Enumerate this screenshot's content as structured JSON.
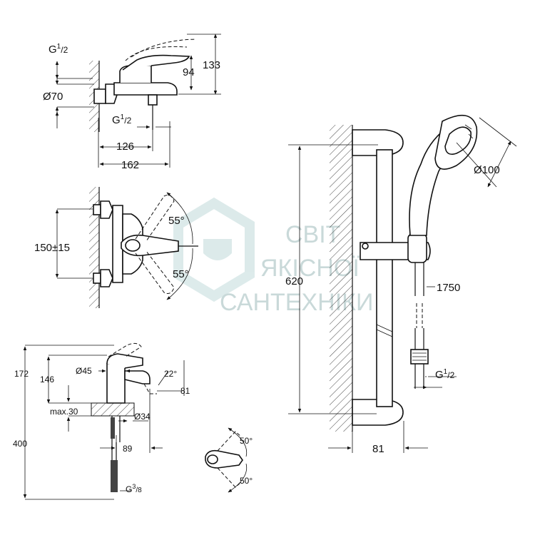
{
  "watermark": {
    "line1": "СВІТ",
    "line2": "ЯКІСНОЇ",
    "line3": "САНТЕХНІКИ"
  },
  "bath_mixer": {
    "connection_thread": "G",
    "connection_thread_sup": "1",
    "connection_thread_sub": "/2",
    "rosette_diameter": "Ø70",
    "spout_height": "94",
    "total_height": "133",
    "outlet_thread": "G",
    "outlet_thread_sup": "1",
    "outlet_thread_sub": "/2",
    "spout_depth": "126",
    "total_depth": "162"
  },
  "mixer_front": {
    "center_distance": "150±15",
    "angle_up": "55°",
    "angle_down": "55°"
  },
  "basin_mixer": {
    "total_height": "172",
    "body_height": "146",
    "base_diameter": "Ø45",
    "spout_angle": "22°",
    "spout_reach_side": "81",
    "counter_thickness": "max.30",
    "hole_diameter": "Ø34",
    "spout_reach": "89",
    "hose_length": "400",
    "hose_thread": "G",
    "hose_thread_sup": "3",
    "hose_thread_sub": "/8"
  },
  "lever_top": {
    "angle_left": "50°",
    "angle_right": "50°"
  },
  "shower_set": {
    "rail_length": "620",
    "head_diameter": "Ø100",
    "hose_length": "1750",
    "hose_thread": "G",
    "hose_thread_sup": "1",
    "hose_thread_sub": "/2",
    "wall_distance": "81"
  }
}
